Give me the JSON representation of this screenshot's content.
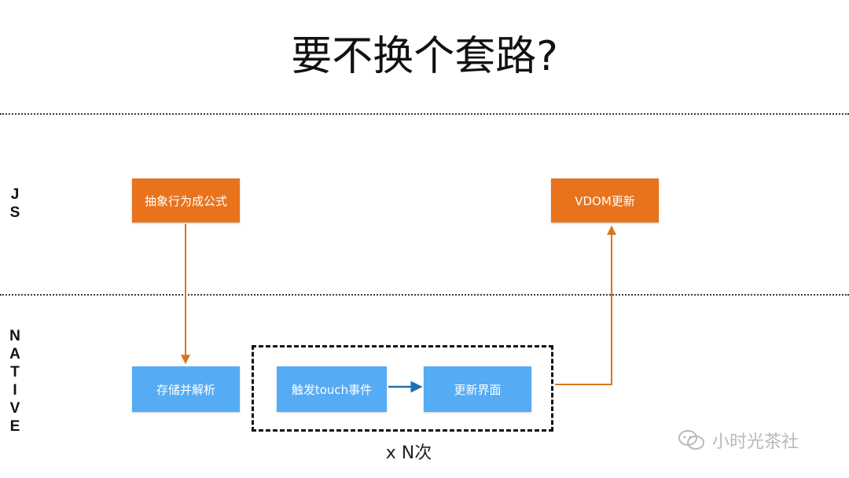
{
  "title": "要不换个套路?",
  "lanes": {
    "js": [
      "J",
      "S"
    ],
    "native": [
      "N",
      "A",
      "T",
      "I",
      "V",
      "E"
    ]
  },
  "boxes": {
    "abstract_behavior": "抽象行为成公式",
    "vdom_update": "VDOM更新",
    "store_parse": "存储并解析",
    "trigger_touch": "触发touch事件",
    "update_ui": "更新界面"
  },
  "loop_label": "x N次",
  "watermark": "小时光茶社",
  "colors": {
    "js_box": "#e8731c",
    "native_box": "#55acf5",
    "orange_arrow": "#d9751f",
    "blue_arrow": "#1f6fb5"
  }
}
